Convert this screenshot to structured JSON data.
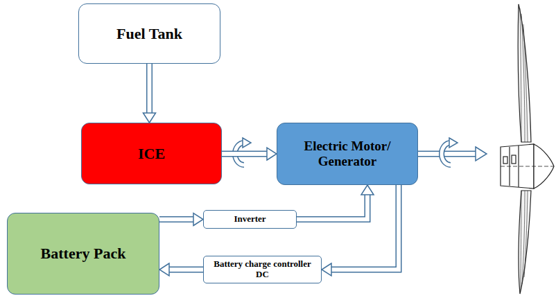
{
  "diagram": {
    "nodes": [
      {
        "text": [
          "Fuel Tank"
        ]
      },
      {
        "text": [
          "ICE"
        ]
      },
      {
        "text": [
          "Electric Motor/ Generator"
        ]
      },
      {
        "text": [
          "Battery Pack"
        ]
      },
      {
        "text": [
          "Inverter"
        ]
      },
      {
        "text": [
          "Battery charge controller DC"
        ]
      }
    ],
    "edges": [
      {
        "from": 0,
        "to": 1,
        "arrow": "to"
      },
      {
        "from": 1,
        "to": 2,
        "arrow": "to"
      },
      {
        "from": 3,
        "to": 4,
        "arrow": "to"
      },
      {
        "from": 4,
        "to": 2,
        "arrow": "to"
      },
      {
        "from": 2,
        "to": 5,
        "arrow": "to"
      },
      {
        "from": 5,
        "to": 3,
        "arrow": "to"
      }
    ]
  }
}
